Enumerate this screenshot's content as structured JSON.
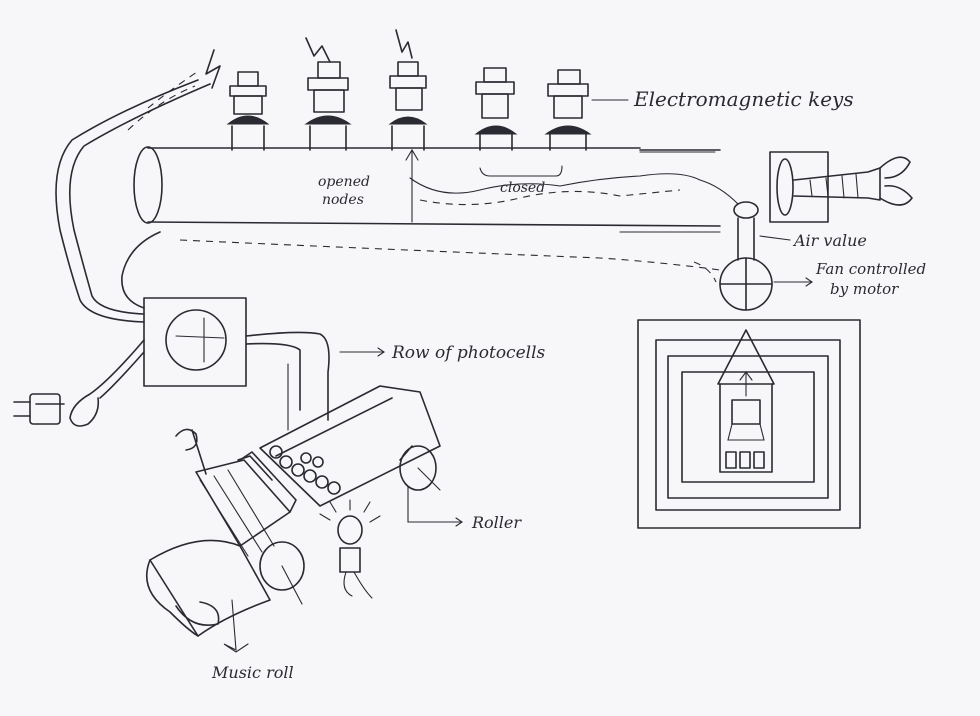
{
  "diagram": {
    "labels": {
      "electromagnetic_keys": "Electromagnetic keys",
      "opened_nodes_line1": "opened",
      "opened_nodes_line2": "nodes",
      "closed": "closed",
      "air_valve": "Air value",
      "fan_line1": "Fan controlled",
      "fan_line2": "by motor",
      "row_of_photocells": "Row of photocells",
      "roller": "Roller",
      "music_roll": "Music roll"
    },
    "keys": [
      {
        "state": "opened",
        "spark": true
      },
      {
        "state": "opened",
        "spark": true
      },
      {
        "state": "opened",
        "spark": true
      },
      {
        "state": "closed",
        "spark": false
      },
      {
        "state": "closed",
        "spark": false
      }
    ],
    "colors": {
      "ink": "#2a2a33",
      "paper": "#f7f7f9"
    }
  }
}
